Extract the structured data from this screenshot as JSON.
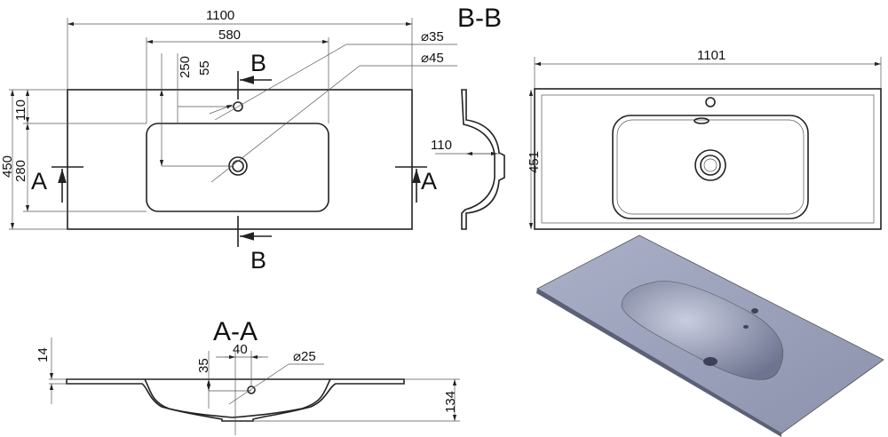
{
  "plan_view": {
    "overall_width": "1100",
    "basin_width": "580",
    "drain_offset": "250",
    "overflow_offset": "55",
    "overall_depth": "450",
    "front_margin": "110",
    "basin_depth": "280",
    "overflow_diameter": "⌀35",
    "drain_diameter": "⌀45",
    "section_a_label_left": "A",
    "section_a_label_right": "A",
    "section_b_label_top": "B",
    "section_b_label_bottom": "B"
  },
  "section_bb": {
    "title": "B-B",
    "bowl_depth": "110"
  },
  "top_view": {
    "overall_width": "1101",
    "overall_depth": "451"
  },
  "section_aa": {
    "title": "A-A",
    "thickness": "14",
    "hole_depth": "35",
    "hole_offset": "40",
    "hole_diameter": "⌀25",
    "total_height": "134"
  },
  "render": {
    "surface_color": "#9aa0b8"
  }
}
